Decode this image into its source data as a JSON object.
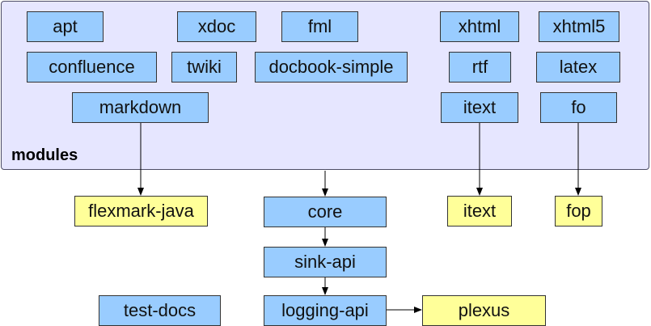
{
  "diagram": {
    "container_label": "modules",
    "modules": [
      {
        "id": "apt",
        "label": "apt"
      },
      {
        "id": "xdoc",
        "label": "xdoc"
      },
      {
        "id": "fml",
        "label": "fml"
      },
      {
        "id": "xhtml",
        "label": "xhtml"
      },
      {
        "id": "xhtml5",
        "label": "xhtml5"
      },
      {
        "id": "confluence",
        "label": "confluence"
      },
      {
        "id": "twiki",
        "label": "twiki"
      },
      {
        "id": "docbook-simple",
        "label": "docbook-simple"
      },
      {
        "id": "rtf",
        "label": "rtf"
      },
      {
        "id": "latex",
        "label": "latex"
      },
      {
        "id": "markdown",
        "label": "markdown"
      },
      {
        "id": "itext-module",
        "label": "itext"
      },
      {
        "id": "fo",
        "label": "fo"
      }
    ],
    "external_nodes": [
      {
        "id": "flexmark-java",
        "label": "flexmark-java"
      },
      {
        "id": "itext-lib",
        "label": "itext"
      },
      {
        "id": "fop",
        "label": "fop"
      },
      {
        "id": "plexus",
        "label": "plexus"
      }
    ],
    "core_nodes": [
      {
        "id": "core",
        "label": "core"
      },
      {
        "id": "sink-api",
        "label": "sink-api"
      },
      {
        "id": "logging-api",
        "label": "logging-api"
      },
      {
        "id": "test-docs",
        "label": "test-docs"
      }
    ],
    "edges": [
      {
        "from": "markdown",
        "to": "flexmark-java"
      },
      {
        "from": "modules",
        "to": "core"
      },
      {
        "from": "itext-module",
        "to": "itext-lib"
      },
      {
        "from": "fo",
        "to": "fop"
      },
      {
        "from": "core",
        "to": "sink-api"
      },
      {
        "from": "sink-api",
        "to": "logging-api"
      },
      {
        "from": "logging-api",
        "to": "plexus"
      }
    ],
    "colors": {
      "module_fill": "#99ccff",
      "external_fill": "#ffff99",
      "container_fill": "#e6e6ff"
    }
  }
}
